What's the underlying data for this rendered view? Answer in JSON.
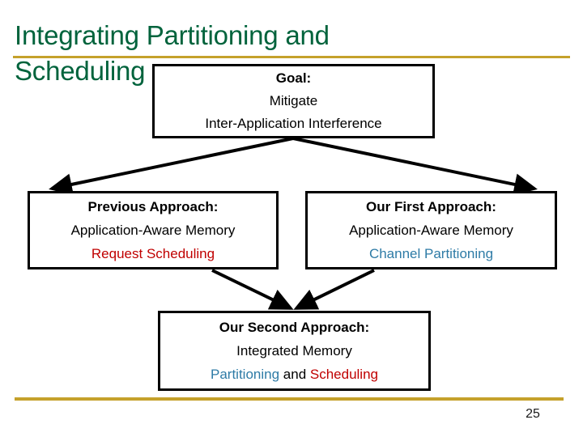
{
  "slide": {
    "title": "Integrating Partitioning and\nScheduling",
    "page_number": "25",
    "colors": {
      "title_green": "#00633C",
      "rule_gold": "#C5A12B",
      "accent_red": "#C00000",
      "accent_blue": "#2E7BA6",
      "box_border": "#000000",
      "background": "#FFFFFF"
    }
  },
  "diagram": {
    "type": "flow",
    "boxes": {
      "goal": {
        "heading": "Goal:",
        "line2": "Mitigate",
        "line3": "Inter-Application Interference"
      },
      "previous_approach": {
        "heading": "Previous Approach:",
        "line2": "Application-Aware Memory",
        "line3": "Request Scheduling"
      },
      "first_approach": {
        "heading": "Our First Approach:",
        "line2": "Application-Aware Memory",
        "line3": "Channel Partitioning"
      },
      "second_approach": {
        "heading": "Our Second Approach:",
        "line2": "Integrated Memory",
        "line3_part1": "Partitioning",
        "line3_part2": " and ",
        "line3_part3": "Scheduling"
      }
    }
  }
}
